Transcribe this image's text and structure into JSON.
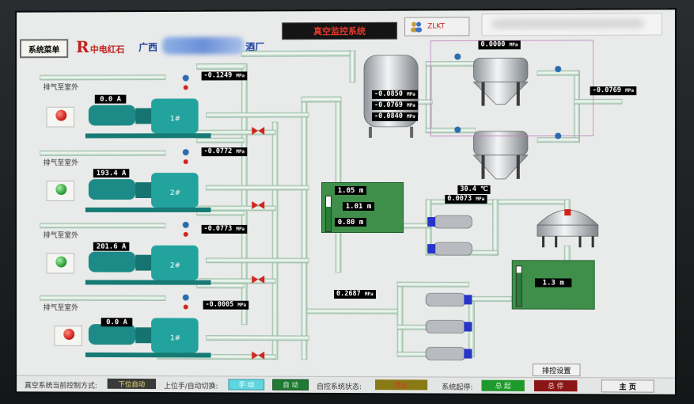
{
  "header": {
    "menu_button": "系统菜单",
    "logo_text": "中电红石",
    "company_prefix": "广西",
    "company_suffix": "酒厂",
    "system_title": "真空监控系统",
    "user_label": "ZLKT"
  },
  "pumps": [
    {
      "exhaust_label": "排气至室外",
      "current": "0.0  A",
      "pressure": "-0.1249",
      "unit": "MPa",
      "status": "red",
      "status_color": "#d0251d",
      "pump_tag": "1#"
    },
    {
      "exhaust_label": "排气至室外",
      "current": "193.4  A",
      "pressure": "-0.0772",
      "unit": "MPa",
      "status": "green",
      "status_color": "#2ea33b",
      "pump_tag": "2#"
    },
    {
      "exhaust_label": "排气至室外",
      "current": "201.6  A",
      "pressure": "-0.0773",
      "unit": "MPa",
      "status": "green",
      "status_color": "#2ea33b",
      "pump_tag": "2#"
    },
    {
      "exhaust_label": "排气至室外",
      "current": "0.0  A",
      "pressure": "-0.0005",
      "unit": "MPa",
      "status": "red",
      "status_color": "#d0251d",
      "pump_tag": "1#"
    }
  ],
  "vessel": {
    "readings": [
      "-0.0850",
      "-0.0769",
      "-0.0840"
    ],
    "unit": "MPa"
  },
  "tops": {
    "top_pressure": "0.0000",
    "right_pressure": "-0.0769",
    "unit": "MPa"
  },
  "water_tank": {
    "levels": [
      "1.05  m",
      "1.01  m",
      "0.80  m"
    ],
    "level_fraction": 0.7
  },
  "separator": {
    "temperature": "30.4 ℃",
    "pressure": "0.0073",
    "unit": "MPa"
  },
  "lower_tank": {
    "level": "1.3  m",
    "level_fraction": 0.85
  },
  "booster": {
    "pressure": "0.2687",
    "unit": "MPa"
  },
  "footer": {
    "control_mode_label": "真空系统当前控制方式:",
    "control_mode_value": "下位自动",
    "switch_label": "上位手/自动切换:",
    "manual_button": "手  动",
    "auto_button": "自  动",
    "self_control_label": "自控系统状态:",
    "self_control_value": "停止",
    "start_stop_label": "系统起停:",
    "start_button": "总  起",
    "stop_button": "总  停",
    "settings_button": "排控设置",
    "home_button": "主    页"
  },
  "colors": {
    "equipment": "#1c8a86",
    "pipe": "#d4e7d9",
    "tank_green": "#3f8f4b",
    "dark_red_button": "#8a1616",
    "start_green": "#1e9a2c"
  }
}
